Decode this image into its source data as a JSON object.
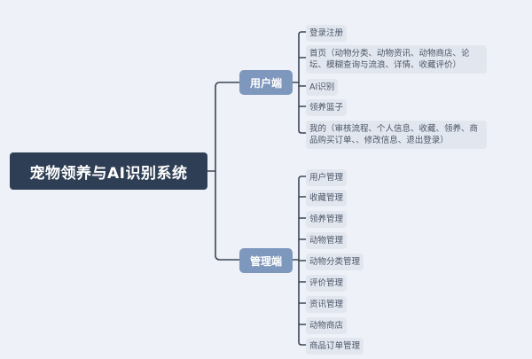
{
  "colors": {
    "background": "#eef2f8",
    "root": "#2e3e54",
    "branch": "#7e97bd",
    "leaf_bg": "#e2e7ef",
    "leaf_text": "#4a5566",
    "connector": "#3b4656"
  },
  "root": {
    "label": "宠物领养与AI识别系统"
  },
  "branches": [
    {
      "label": "用户端",
      "children": [
        {
          "label": "登录注册"
        },
        {
          "label": "首页（动物分类、动物资讯、动物商店、论坛、模糊查询与流浪、详情、收藏评价）"
        },
        {
          "label": "AI识别"
        },
        {
          "label": "领养篮子"
        },
        {
          "label": "我的（审核流程、个人信息、收藏、领养、商品购买订单、、修改信息、退出登录）"
        }
      ]
    },
    {
      "label": "管理端",
      "children": [
        {
          "label": "用户管理"
        },
        {
          "label": "收藏管理"
        },
        {
          "label": "领养管理"
        },
        {
          "label": "动物管理"
        },
        {
          "label": "动物分类管理"
        },
        {
          "label": "评价管理"
        },
        {
          "label": "资讯管理"
        },
        {
          "label": "动物商店"
        },
        {
          "label": "商品订单管理"
        }
      ]
    }
  ]
}
